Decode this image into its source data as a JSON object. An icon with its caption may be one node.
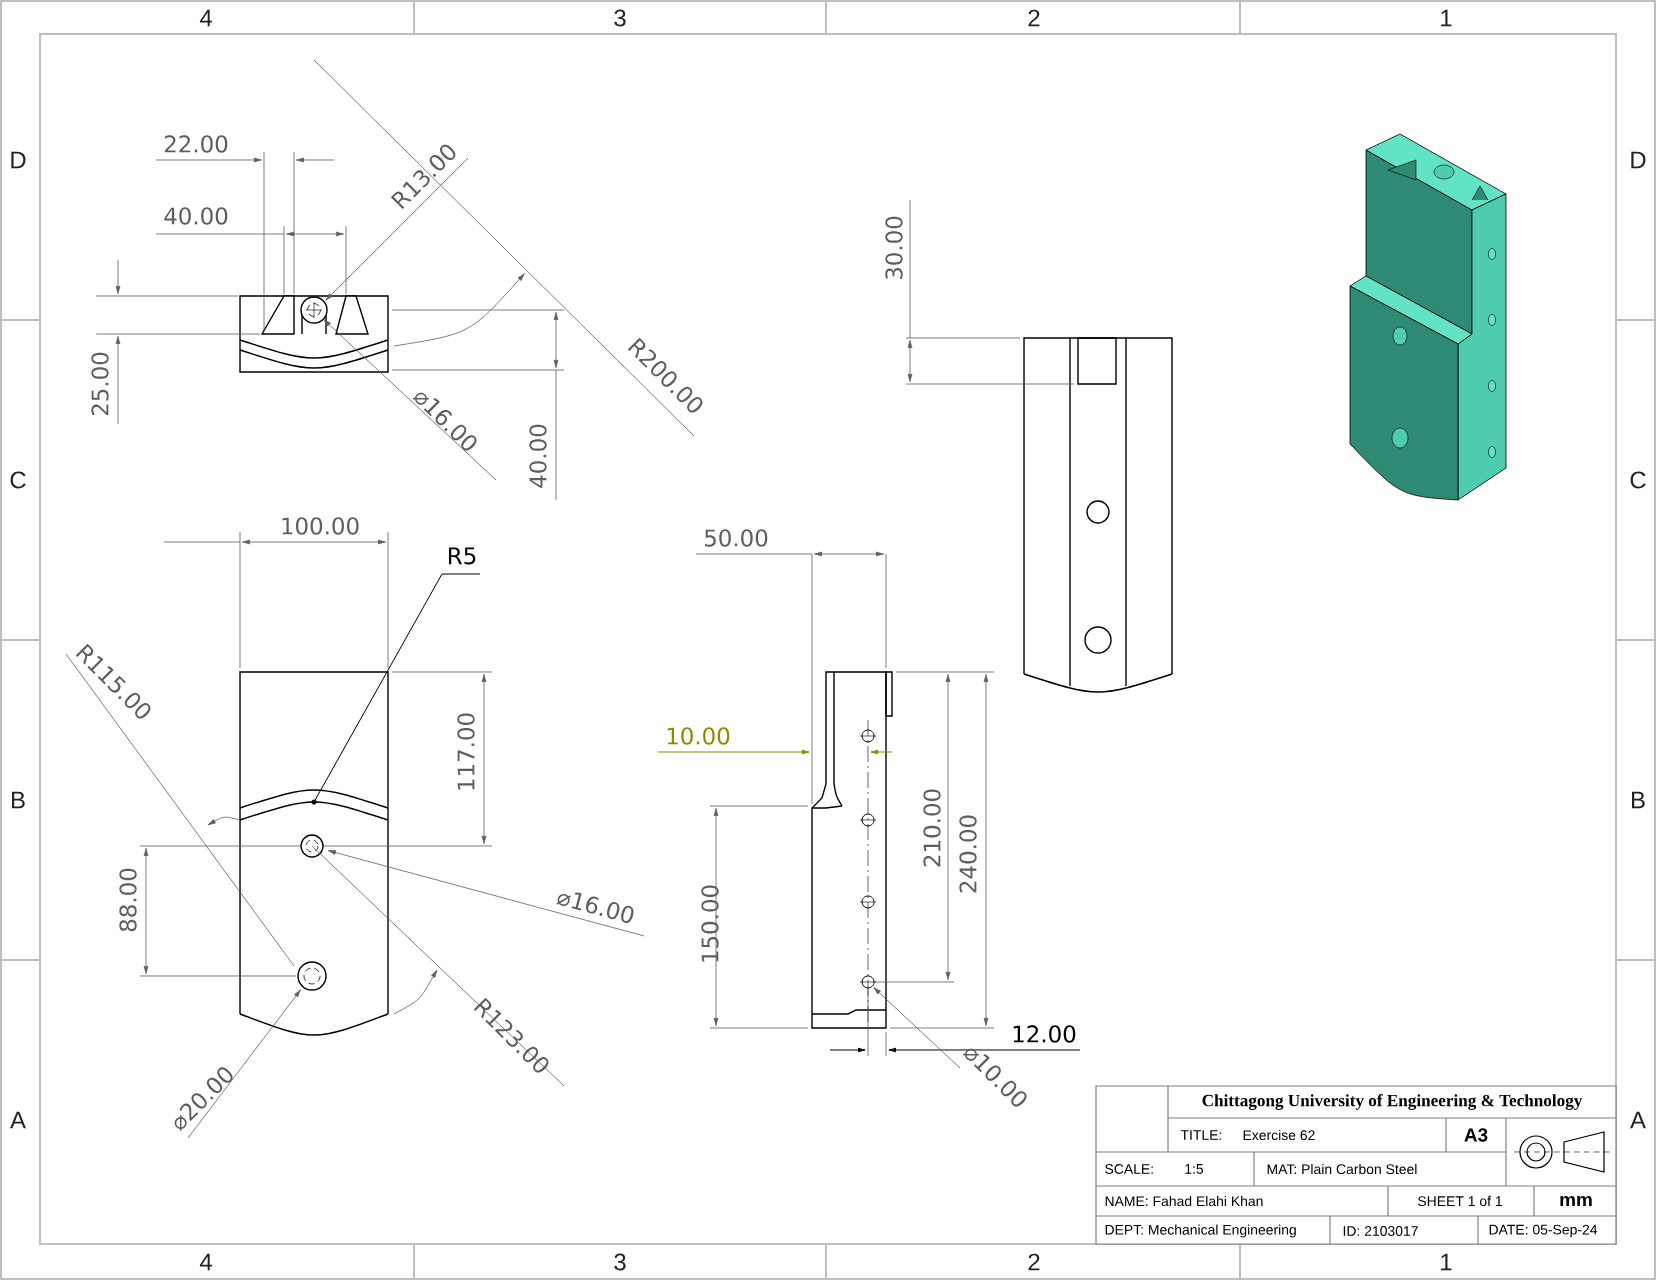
{
  "diagram": {
    "labels": [
      "4",
      "3",
      "2",
      "1",
      "D",
      "C",
      "B",
      "A",
      "D",
      "C",
      "B",
      "A",
      "22.00",
      "40.00",
      "R13.00",
      "25.00",
      "R200.00",
      "⌀16.00",
      "40.00",
      "30.00",
      "100.00",
      "R5",
      "50.00",
      "R115.00",
      "117.00",
      "10.00",
      "⌀16.00",
      "88.00",
      "210.00",
      "240.00",
      "150.00",
      "R123.00",
      "12.00",
      "⌀20.00",
      "⌀10.00",
      "Chittagong University of Engineering & Technology",
      "TITLE:",
      "Exercise 62",
      "A3",
      "SCALE:",
      "1:5",
      "MAT: Plain Carbon Steel",
      "NAME: Fahad Elahi Khan",
      "SHEET 1 of 1",
      "mm",
      "DEPT: Mechanical Engineering",
      "ID: 2103017",
      "DATE: 05-Sep-24",
      "4",
      "3",
      "2",
      "1"
    ]
  }
}
